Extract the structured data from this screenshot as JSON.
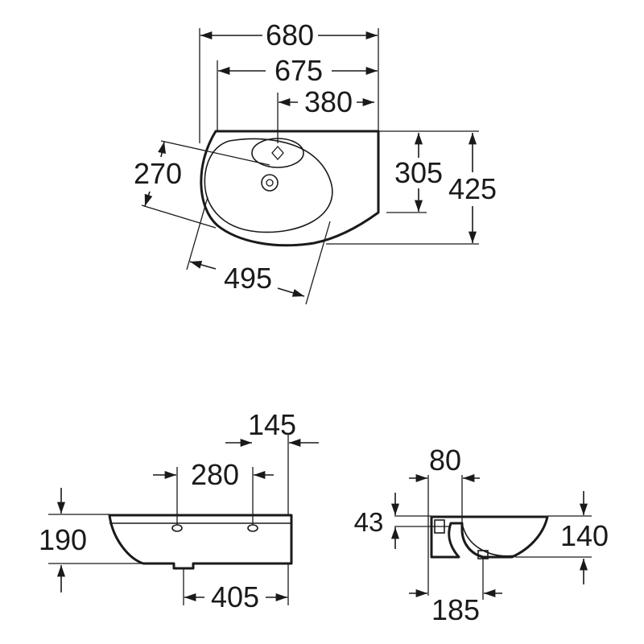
{
  "top_view": {
    "width_overall": "680",
    "width_bowl": "675",
    "tap_offset": "380",
    "depth_bowl": "270",
    "depth_inner": "305",
    "depth_overall": "425",
    "diagonal": "495"
  },
  "front_view": {
    "side_offset": "145",
    "hole_spacing": "280",
    "height": "190",
    "waste_offset": "405"
  },
  "side_view": {
    "tap_depth": "80",
    "rim_height": "43",
    "height": "140",
    "waste_depth": "185"
  },
  "colors": {
    "line": "#1a1a1a",
    "background": "#ffffff"
  }
}
